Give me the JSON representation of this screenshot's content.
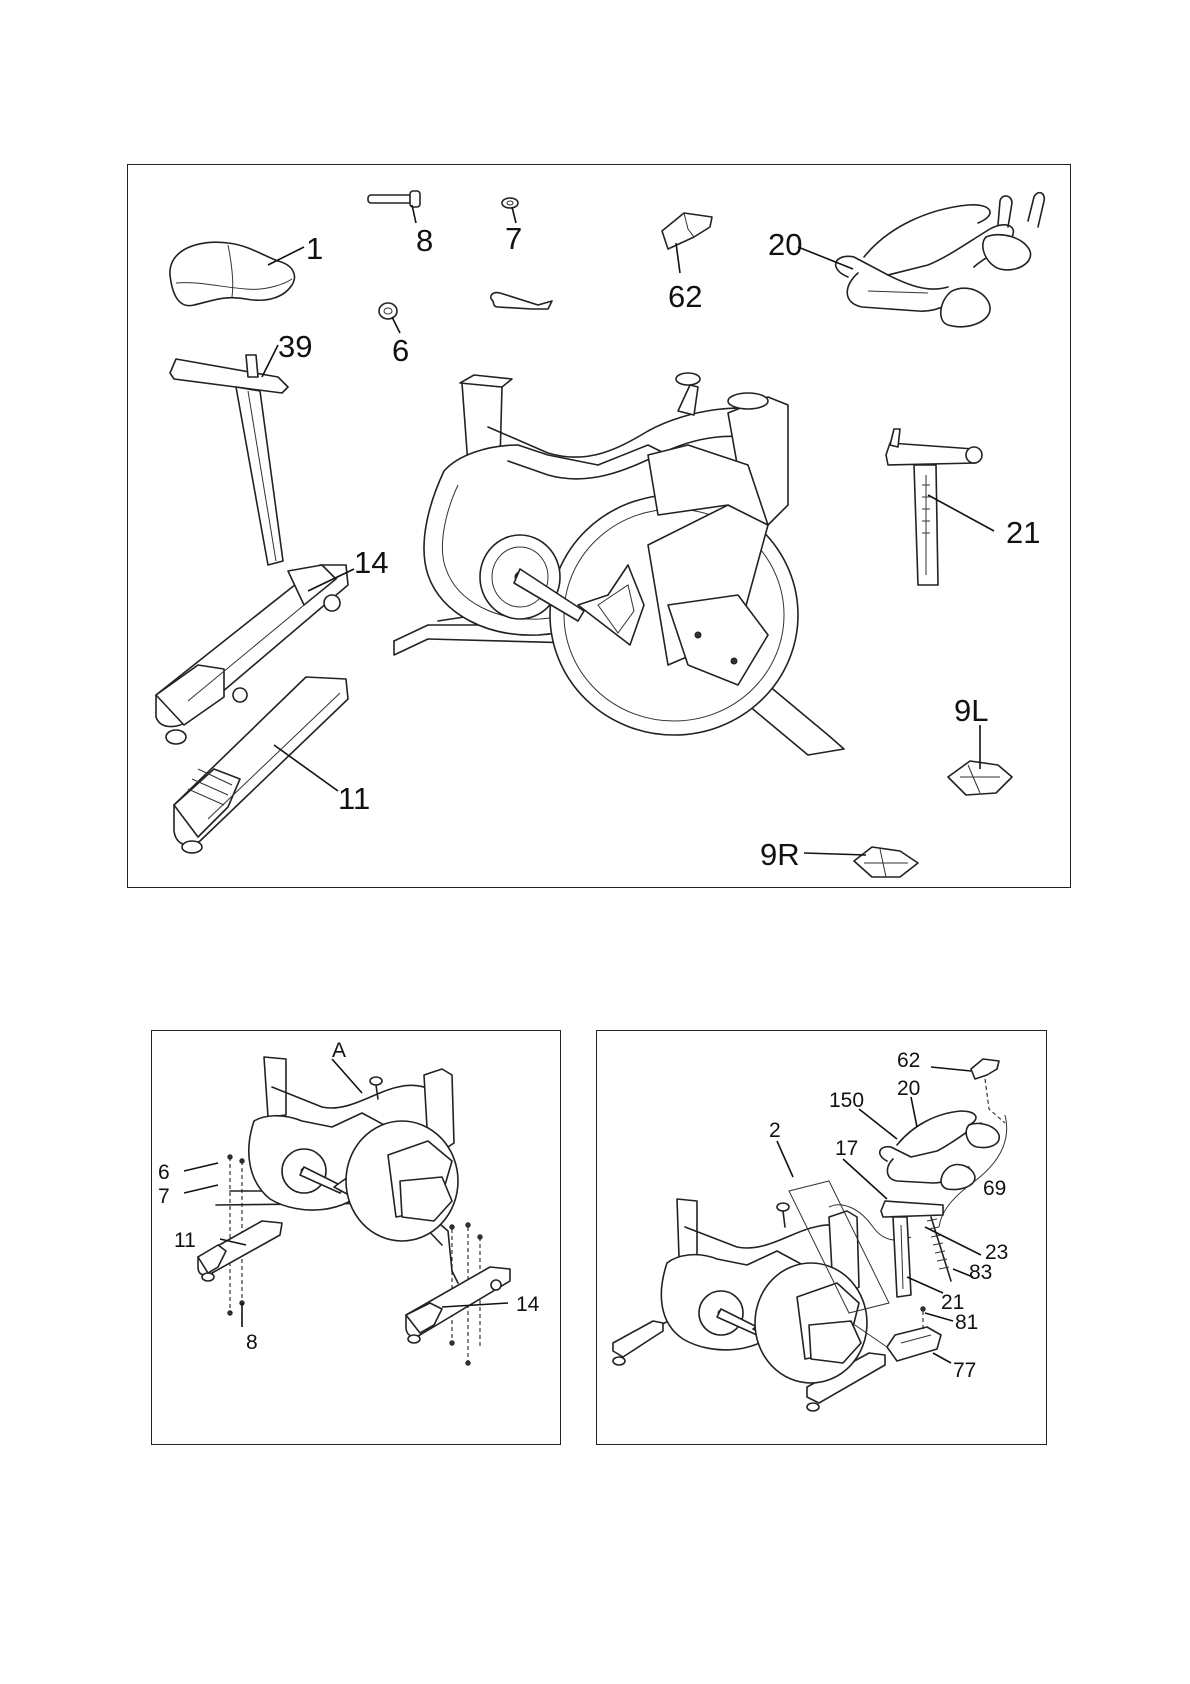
{
  "parts_panel": {
    "labels": {
      "seat": "1",
      "axle_bolt": "8",
      "washer": "7",
      "bottle_holder": "62",
      "handlebar": "20",
      "nut": "6",
      "seat_post": "39",
      "front_stabilizer": "14",
      "handlebar_post": "21",
      "rear_stabilizer": "11",
      "left_pedal": "9L",
      "right_pedal": "9R"
    }
  },
  "step1_panel": {
    "labels": {
      "A": "A",
      "nut": "6",
      "washer": "7",
      "rear_stabilizer": "11",
      "bolt": "8",
      "front_stabilizer": "14"
    }
  },
  "step2_panel": {
    "labels": {
      "bottle_holder": "62",
      "handlebar": "20",
      "cable_150": "150",
      "post_2": "2",
      "part_17": "17",
      "cable_69": "69",
      "part_23": "23",
      "part_83": "83",
      "handlebar_post": "21",
      "screw_81": "81",
      "part_77": "77"
    }
  }
}
